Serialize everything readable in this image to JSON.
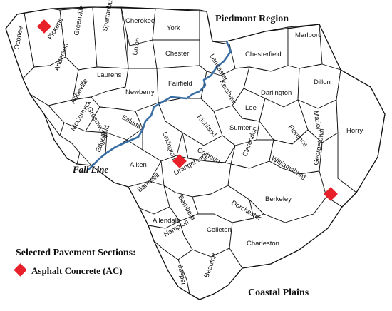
{
  "regions": {
    "piedmont": "Piedmont Region",
    "coastal": "Coastal Plains"
  },
  "fall_line_label": "Fall Line",
  "legend": {
    "title": "Selected Pavement Sections:",
    "item_label": "Asphalt Concrete (AC)",
    "marker_color": "#e8202a",
    "marker_shape": "red-diamond"
  },
  "fall_line_color": "#3a6fa6",
  "counties": [
    "Oconee",
    "Pickens",
    "Greenville",
    "Spartanburg",
    "Cherokee",
    "York",
    "Union",
    "Chester",
    "Lancaster",
    "Chesterfield",
    "Marlboro",
    "Anderson",
    "Laurens",
    "Fairfield",
    "Kershaw",
    "Darlington",
    "Dillon",
    "Abbeville",
    "Greenwood",
    "Newberry",
    "Lee",
    "Marion",
    "Horry",
    "McCormick",
    "Saluda",
    "Richland",
    "Sumter",
    "Florence",
    "Edgefield",
    "Lexington",
    "Calhoun",
    "Clarendon",
    "Williamsburg",
    "Aiken",
    "Orangeburg",
    "Georgetown",
    "Barnwell",
    "Bamberg",
    "Dorchester",
    "Berkeley",
    "Allendale",
    "Colleton",
    "Hampton",
    "Charleston",
    "Jasper",
    "Beaufort"
  ],
  "markers": [
    {
      "name": "Pickens"
    },
    {
      "name": "Orangeburg"
    },
    {
      "name": "Georgetown"
    }
  ]
}
